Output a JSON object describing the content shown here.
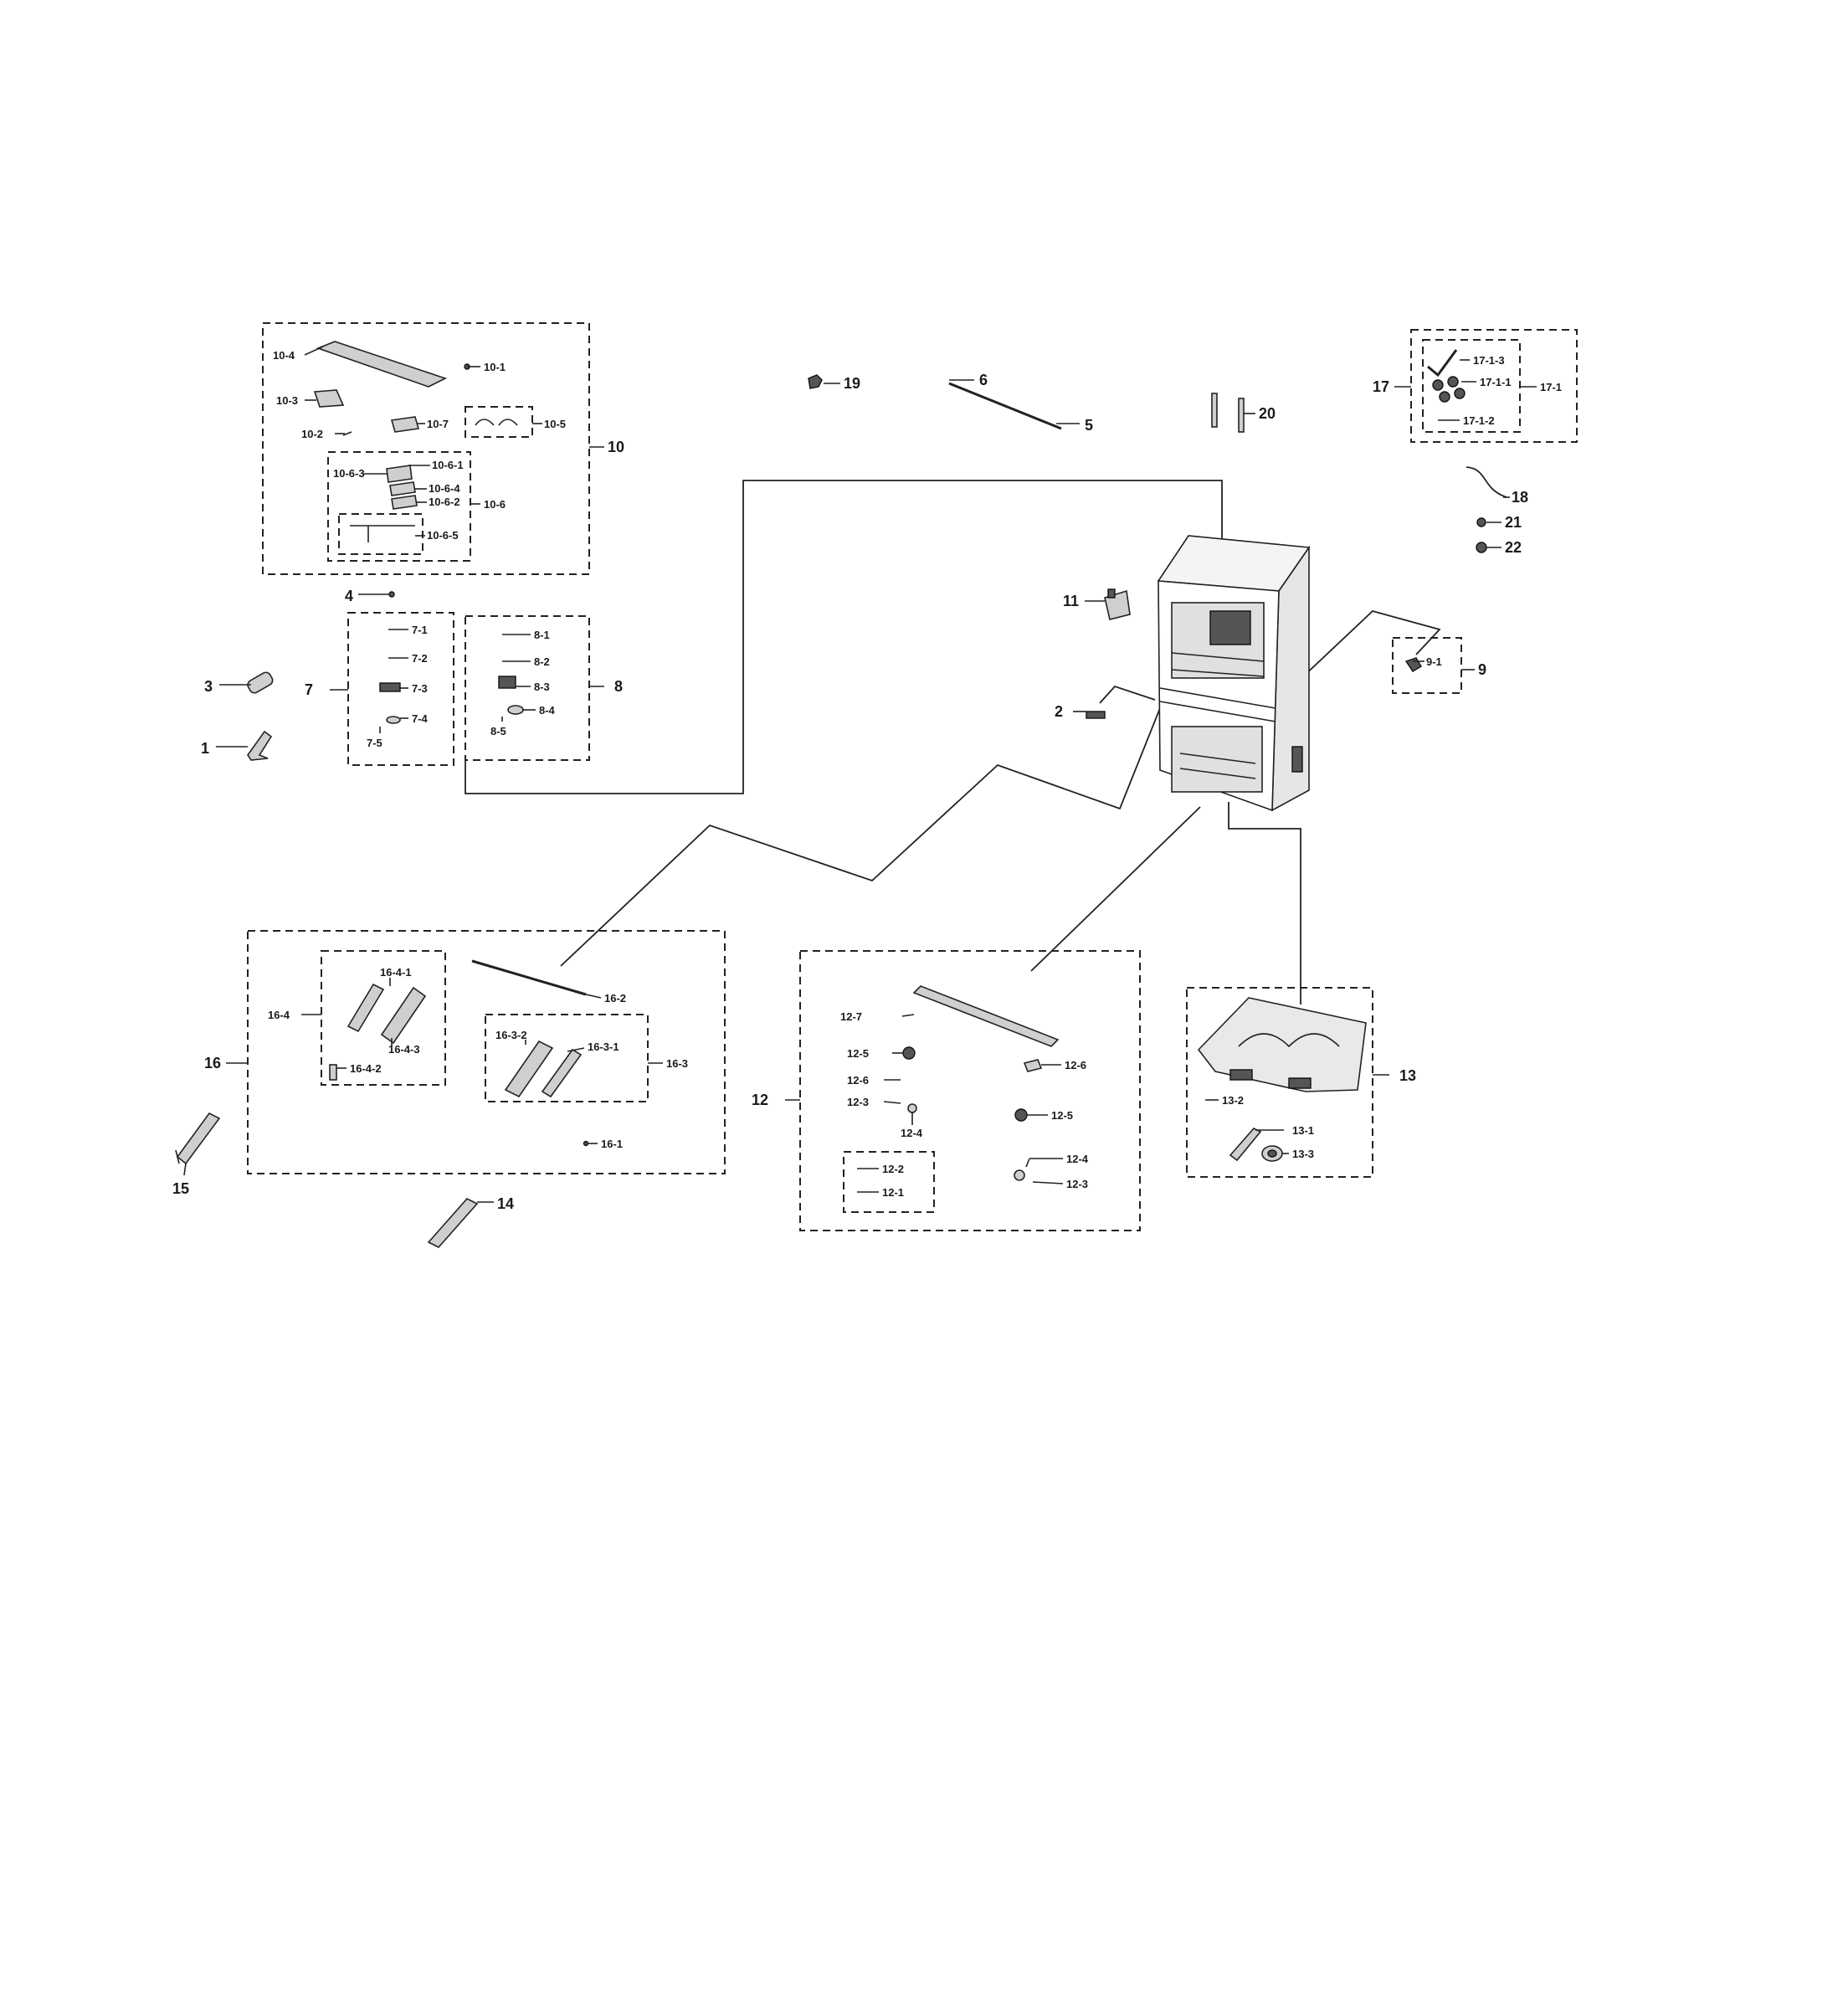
{
  "labels": {
    "l1": "1",
    "l2": "2",
    "l3": "3",
    "l4": "4",
    "l5": "5",
    "l6": "6",
    "l7": "7",
    "l7_1": "7-1",
    "l7_2": "7-2",
    "l7_3": "7-3",
    "l7_4": "7-4",
    "l7_5": "7-5",
    "l8": "8",
    "l8_1": "8-1",
    "l8_2": "8-2",
    "l8_3": "8-3",
    "l8_4": "8-4",
    "l8_5": "8-5",
    "l9": "9",
    "l9_1": "9-1",
    "l10": "10",
    "l10_1": "10-1",
    "l10_2": "10-2",
    "l10_3": "10-3",
    "l10_4": "10-4",
    "l10_5": "10-5",
    "l10_6": "10-6",
    "l10_7": "10-7",
    "l10_6_1": "10-6-1",
    "l10_6_2": "10-6-2",
    "l10_6_3": "10-6-3",
    "l10_6_4": "10-6-4",
    "l10_6_5": "10-6-5",
    "l11": "11",
    "l12": "12",
    "l12_1": "12-1",
    "l12_2": "12-2",
    "l12_3a": "12-3",
    "l12_3b": "12-3",
    "l12_4a": "12-4",
    "l12_4b": "12-4",
    "l12_5a": "12-5",
    "l12_5b": "12-5",
    "l12_6a": "12-6",
    "l12_6b": "12-6",
    "l12_7": "12-7",
    "l13": "13",
    "l13_1": "13-1",
    "l13_2": "13-2",
    "l13_3": "13-3",
    "l14": "14",
    "l15": "15",
    "l16": "16",
    "l16_1": "16-1",
    "l16_2": "16-2",
    "l16_3": "16-3",
    "l16_3_1": "16-3-1",
    "l16_3_2": "16-3-2",
    "l16_4": "16-4",
    "l16_4_1": "16-4-1",
    "l16_4_2": "16-4-2",
    "l16_4_3": "16-4-3",
    "l17": "17",
    "l17_1": "17-1",
    "l17_1_1": "17-1-1",
    "l17_1_2": "17-1-2",
    "l17_1_3": "17-1-3",
    "l18": "18",
    "l19": "19",
    "l20": "20",
    "l21": "21",
    "l22": "22"
  }
}
